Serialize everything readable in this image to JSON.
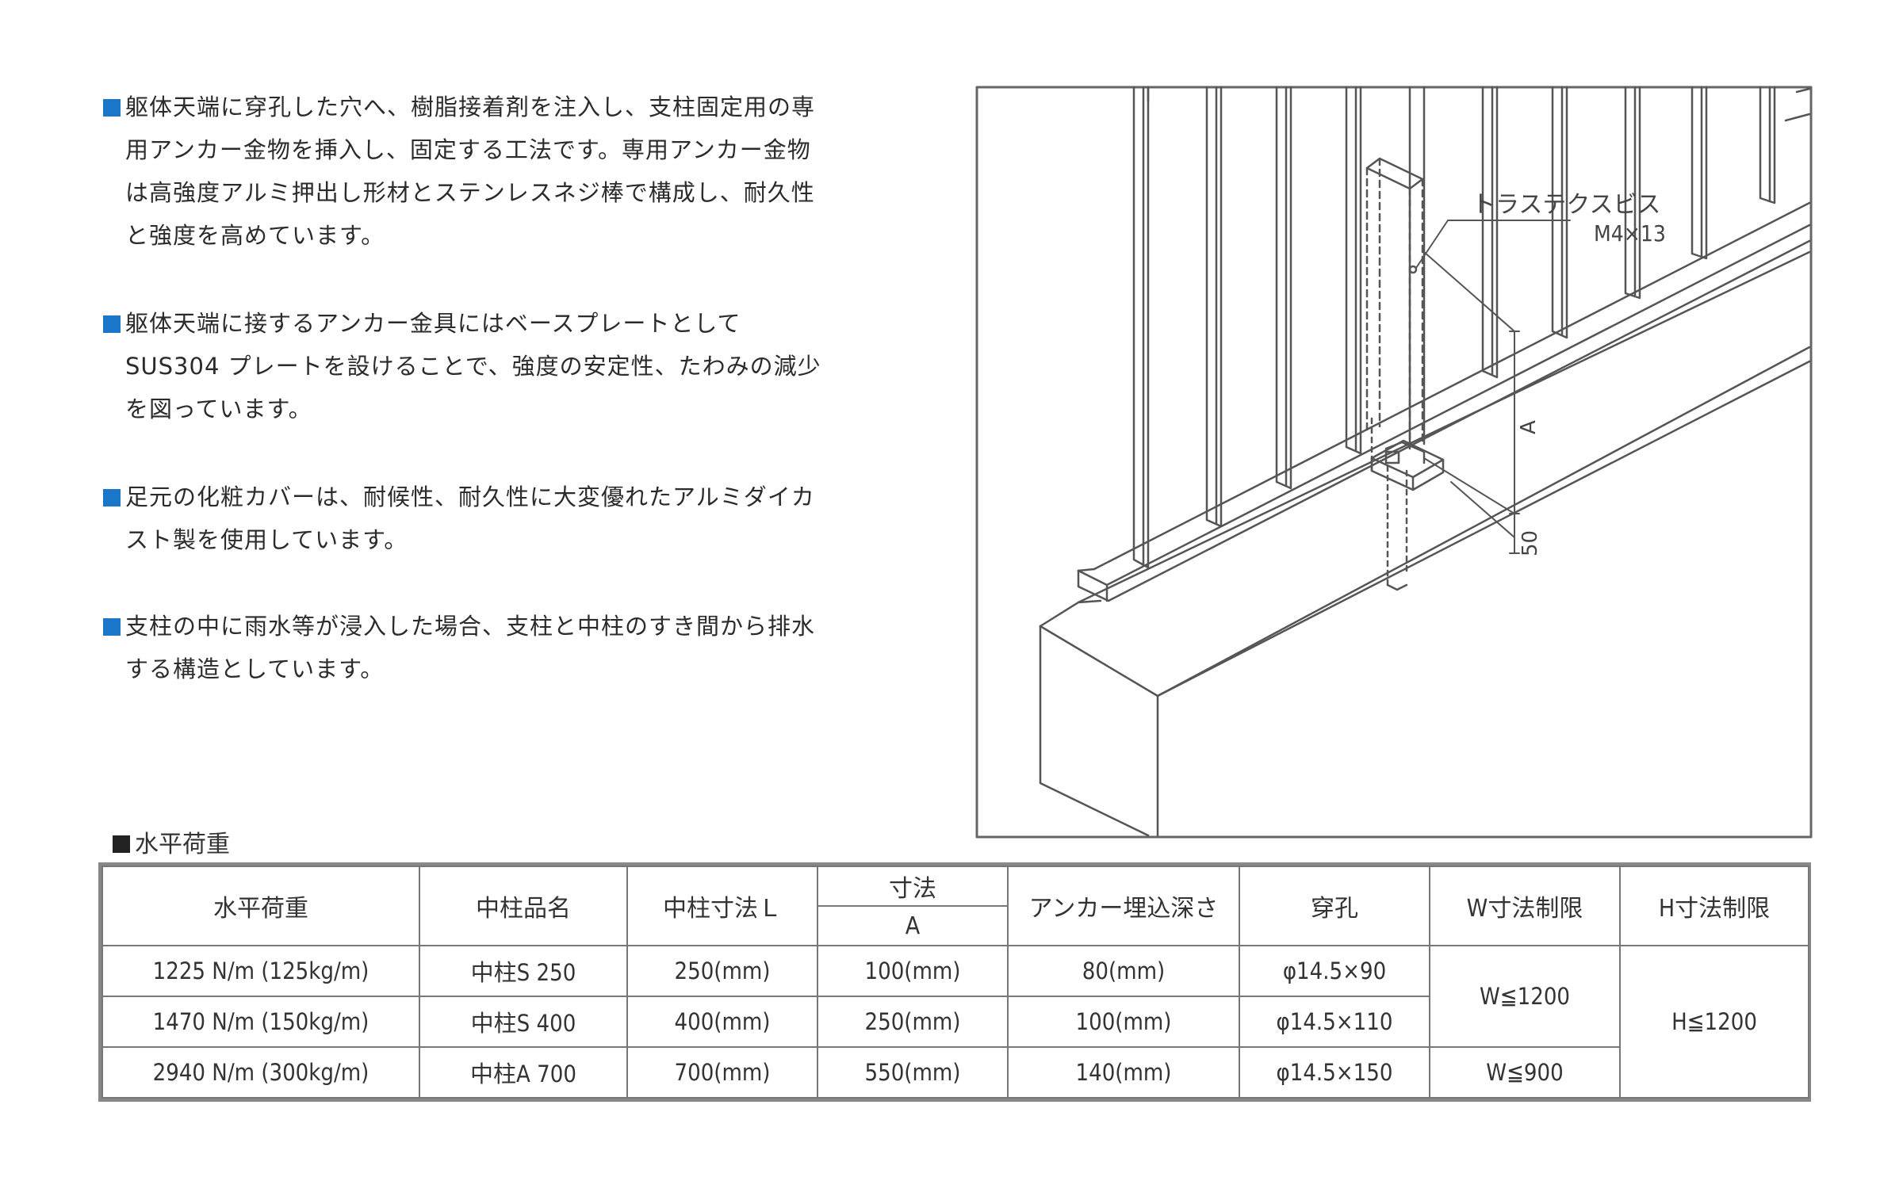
{
  "colors": {
    "bullet": "#1976c8",
    "text": "#2b2b2b",
    "line": "#555555"
  },
  "paragraphs": [
    {
      "lines": [
        "躯体天端に穿孔した穴へ、樹脂接着剤を注入し、支柱固定用の専",
        "用アンカー金物を挿入し、固定する工法です。専用アンカー金物",
        "は高強度アルミ押出し形材とステンレスネジ棒で構成し、耐久性",
        "と強度を高めています。"
      ]
    },
    {
      "lines": [
        "躯体天端に接するアンカー金具にはベースプレートとして",
        "SUS304 プレートを設けることで、強度の安定性、たわみの減少",
        "を図っています。"
      ]
    },
    {
      "lines": [
        "足元の化粧カバーは、耐候性、耐久性に大変優れたアルミダイカ",
        "スト製を使用しています。"
      ]
    },
    {
      "lines": [
        "支柱の中に雨水等が浸入した場合、支柱と中柱のすき間から排水",
        "する構造としています。"
      ]
    }
  ],
  "figure": {
    "screw_label": "トラステクスビス",
    "screw_size": "M4×13",
    "dim_a": "A",
    "dim_50": "50"
  },
  "table": {
    "caption": "水平荷重",
    "headers": {
      "load": "水平荷重",
      "post_name": "中柱品名",
      "post_length": "中柱寸法Ｌ",
      "dimension": "寸法",
      "dimension_sub": "A",
      "anchor_depth": "アンカー埋込深さ",
      "hole": "穿孔",
      "w_limit": "W寸法制限",
      "h_limit": "H寸法制限"
    },
    "rows": [
      {
        "load": "1225 N/m (125kg/m)",
        "post_name": "中柱S 250",
        "post_length": "250(mm)",
        "dim_a": "100(mm)",
        "anchor_depth": "80(mm)",
        "hole": "φ14.5×90"
      },
      {
        "load": "1470 N/m (150kg/m)",
        "post_name": "中柱S 400",
        "post_length": "400(mm)",
        "dim_a": "250(mm)",
        "anchor_depth": "100(mm)",
        "hole": "φ14.5×110"
      },
      {
        "load": "2940 N/m (300kg/m)",
        "post_name": "中柱A 700",
        "post_length": "700(mm)",
        "dim_a": "550(mm)",
        "anchor_depth": "140(mm)",
        "hole": "φ14.5×150"
      }
    ],
    "w_limit_1": "W≦1200",
    "w_limit_2": "W≦900",
    "h_limit": "H≦1200"
  }
}
